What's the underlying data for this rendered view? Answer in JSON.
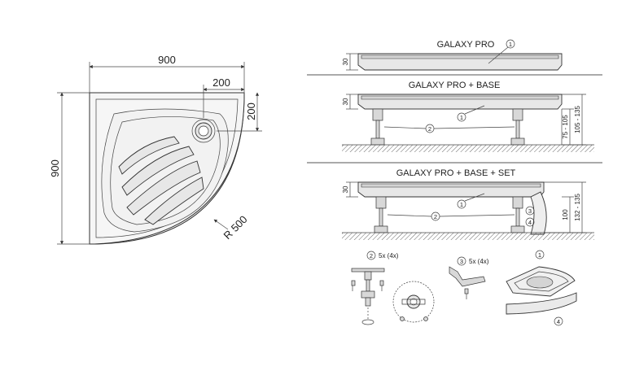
{
  "plan": {
    "width_label": "900",
    "height_label": "900",
    "drain_x_label": "200",
    "drain_y_label": "200",
    "radius_label": "R 500"
  },
  "sections": [
    {
      "title": "GALAXY PRO",
      "callouts": [
        "1"
      ],
      "dims": [
        "30"
      ]
    },
    {
      "title": "GALAXY PRO + BASE",
      "callouts": [
        "1",
        "2"
      ],
      "dims": [
        "30",
        "75 - 105",
        "105 - 135"
      ]
    },
    {
      "title": "GALAXY PRO + BASE + SET",
      "callouts": [
        "1",
        "2",
        "3",
        "4"
      ],
      "dims": [
        "30",
        "100",
        "132 - 135"
      ]
    }
  ],
  "parts": {
    "legs": {
      "callout": "2",
      "qty": "5x (4x)"
    },
    "brackets": {
      "callout": "3",
      "qty": "5x (4x)"
    },
    "tray": {
      "callout": "1"
    },
    "panel": {
      "callout": "4"
    }
  }
}
